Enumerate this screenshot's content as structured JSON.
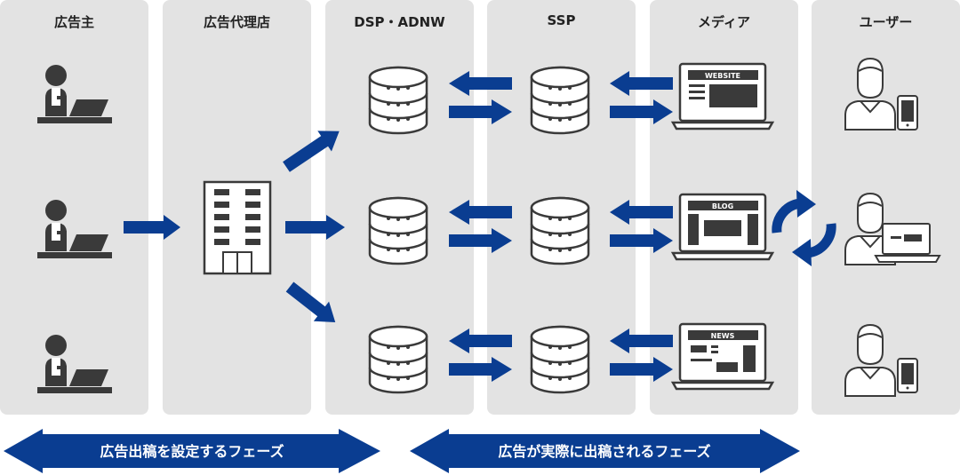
{
  "columns": [
    {
      "title": "広告主"
    },
    {
      "title": "広告代理店"
    },
    {
      "title": "DSP・ADNW"
    },
    {
      "title": "SSP"
    },
    {
      "title": "メディア"
    },
    {
      "title": "ユーザー"
    }
  ],
  "media_labels": {
    "website": "WEBSITE",
    "blog": "BLOG",
    "news": "NEWS"
  },
  "phases": {
    "setup": "広告出稿を設定するフェーズ",
    "delivery": "広告が実際に出稿されるフェーズ"
  },
  "colors": {
    "arrow": "#0a3d91",
    "panel": "#e3e3e3",
    "icon": "#3a3a3a",
    "outline": "#444444"
  }
}
